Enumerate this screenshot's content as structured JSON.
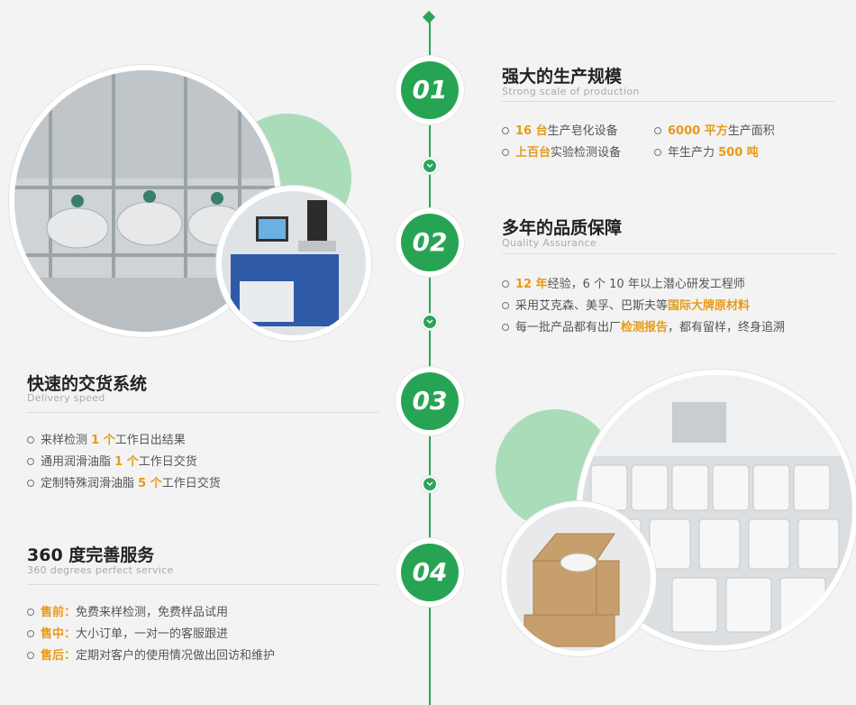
{
  "colors": {
    "accent": "#27a453",
    "highlight": "#e79a18",
    "bg": "#f3f3f3"
  },
  "timeline": {
    "numbers": [
      "01",
      "02",
      "03",
      "04"
    ]
  },
  "s1": {
    "title": "强大的生产规模",
    "subtitle": "Strong scale of production",
    "items": [
      {
        "hl": "16 台",
        "text": "生产皂化设备"
      },
      {
        "hl": "6000 平方",
        "text": "生产面积"
      },
      {
        "hl": "上百台",
        "text": "实验检测设备"
      },
      {
        "pre": "年生产力 ",
        "hl": "500 吨"
      }
    ]
  },
  "s2": {
    "title": "多年的品质保障",
    "subtitle": "Quality Assurance",
    "items": [
      {
        "hl": "12 年",
        "text": "经验，6 个 10 年以上潜心研发工程师"
      },
      {
        "pre": "采用艾克森、美孚、巴斯夫等",
        "hl": "国际大牌原材料"
      },
      {
        "pre": "每一批产品都有出厂",
        "hl": "检测报告",
        "text": "，都有留样，终身追溯"
      }
    ]
  },
  "s3": {
    "title": "快速的交货系统",
    "subtitle": "Delivery speed",
    "items": [
      {
        "pre": "来样检测 ",
        "hl": "1 个",
        "text": "工作日出结果"
      },
      {
        "pre": "通用润滑油脂 ",
        "hl": "1 个",
        "text": "工作日交货"
      },
      {
        "pre": "定制特殊润滑油脂 ",
        "hl": "5 个",
        "text": "工作日交货"
      }
    ]
  },
  "s4": {
    "title": "360 度完善服务",
    "subtitle": "360 degrees perfect service",
    "items": [
      {
        "hl": "售前：",
        "text": "免费来样检测，免费样品试用"
      },
      {
        "hl": "售中：",
        "text": "大小订单，一对一的客服跟进"
      },
      {
        "hl": "售后：",
        "text": "定期对客户的使用情况做出回访和维护"
      }
    ]
  }
}
